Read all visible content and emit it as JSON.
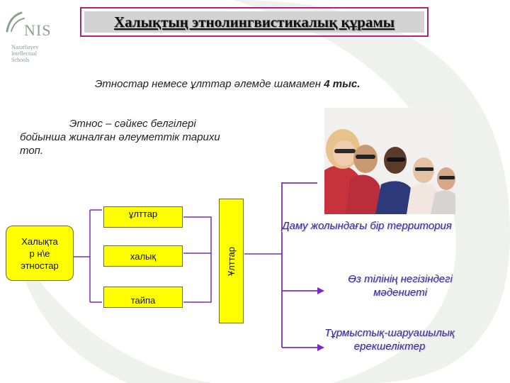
{
  "logo": {
    "brand": "NIS",
    "sub_lines": [
      "Nazarbayev",
      "Intellectual",
      "Schools"
    ]
  },
  "title": "Халықтың этнолингвистикалық құрамы",
  "subtitle": {
    "text": "Этностар немесе ұлттар әлемде шамамен ",
    "bold": "4 тыс."
  },
  "definition": {
    "line1": "Этнос – сәйкес белгілері",
    "line2": "бойынша жиналған әлеуметтік тарихи",
    "line3": "топ."
  },
  "diagram": {
    "ethnos_box": [
      "Халықта",
      "р н\\е",
      "этностар"
    ],
    "levels": [
      "ұлттар",
      "халық",
      "тайпа"
    ],
    "vertical_label": "Ұлттар"
  },
  "features": {
    "f1": "Даму жолындағы бір территория",
    "f2_line1": "Өз тілінің негізіндегі",
    "f2_line2": "мәдениеті",
    "f3_line1": "Тұрмыстық-шаруашылық",
    "f3_line2": "ерекшеліктер"
  },
  "colors": {
    "accent_border": "#b3227a",
    "box_fill": "#ffff00",
    "connector": "#7b2bc2",
    "feature_text": "#3b2d95"
  }
}
